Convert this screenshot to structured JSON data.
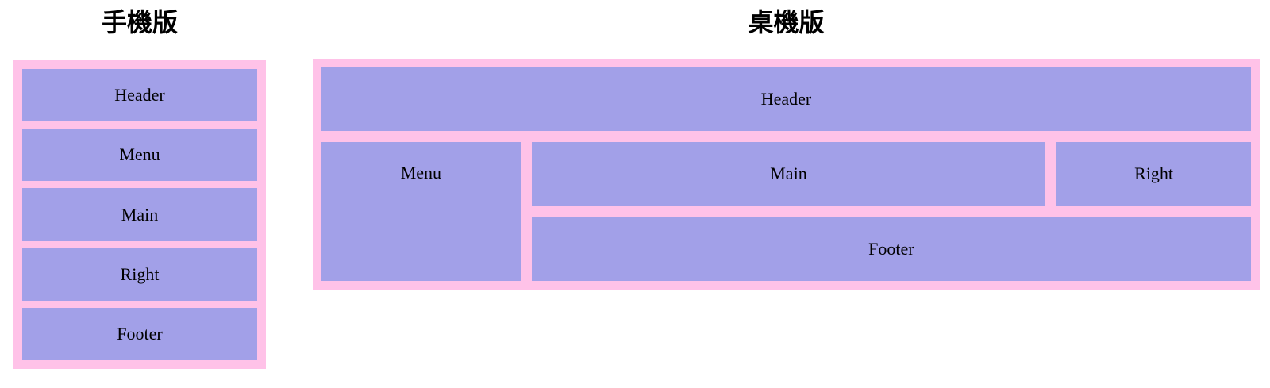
{
  "mobile": {
    "title": "手機版",
    "boxes": [
      {
        "label": "Header"
      },
      {
        "label": "Menu"
      },
      {
        "label": "Main"
      },
      {
        "label": "Right"
      },
      {
        "label": "Footer"
      }
    ]
  },
  "desktop": {
    "title": "桌機版",
    "boxes": {
      "header": {
        "label": "Header"
      },
      "menu": {
        "label": "Menu"
      },
      "main": {
        "label": "Main"
      },
      "right": {
        "label": "Right"
      },
      "footer": {
        "label": "Footer"
      }
    }
  },
  "colors": {
    "page_background": "#ffffff",
    "container_pink": "#ffc2e8",
    "box_purple": "#a2a0e8",
    "label_text": "#000000"
  }
}
